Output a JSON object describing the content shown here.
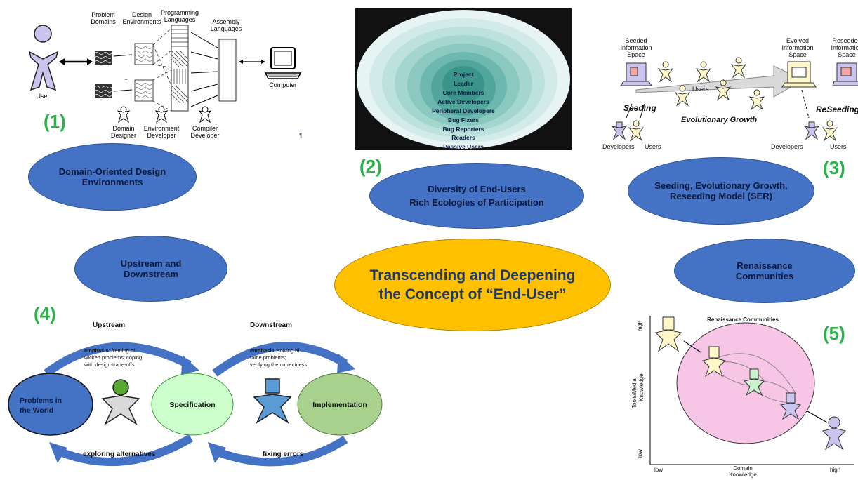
{
  "center": {
    "line1": "Transcending and Deepening",
    "line2": "the Concept of “End-User”"
  },
  "numbers": {
    "n1": "(1)",
    "n2": "(2)",
    "n3": "(3)",
    "n4": "(4)",
    "n5": "(5)"
  },
  "ovals": {
    "dode_1": "Domain-Oriented Design",
    "dode_2": "Environments",
    "diversity_1": "Diversity of End-Users",
    "diversity_2": "Rich Ecologies of Participation",
    "ser_1": "Seeding, Evolutionary Growth,",
    "ser_2": "Reseeding Model (SER)",
    "updown_1": "Upstream and",
    "updown_2": "Downstream",
    "ren_1": "Renaissance",
    "ren_2": "Communities"
  },
  "fig1": {
    "problem_domains_1": "Problem",
    "problem_domains_2": "Domains",
    "design_env_1": "Design",
    "design_env_2": "Environments",
    "prog_lang_1": "Programming",
    "prog_lang_2": "Languages",
    "asm_lang_1": "Assembly",
    "asm_lang_2": "Languages",
    "user": "User",
    "computer": "Computer",
    "domain_designer_1": "Domain",
    "domain_designer_2": "Designer",
    "env_dev_1": "Environment",
    "env_dev_2": "Developer",
    "compiler_dev_1": "Compiler",
    "compiler_dev_2": "Developer",
    "dash": "-",
    "pilcrow": "¶"
  },
  "fig2": {
    "layers": [
      "Project",
      "Leader",
      "Core Members",
      "Active Developers",
      "Peripheral Developers",
      "Bug Fixers",
      "Bug Reporters",
      "Readers",
      "Passive Users"
    ]
  },
  "fig3": {
    "seeded_1": "Seeded",
    "seeded_2": "Information",
    "seeded_3": "Space",
    "evolved_1": "Evolved",
    "evolved_2": "Information",
    "evolved_3": "Space",
    "reseeded_1": "Reseeded",
    "reseeded_2": "Information",
    "reseeded_3": "Space",
    "users_mid": "Users",
    "seeding": "Seeding",
    "evo_growth": "Evolutionary Growth",
    "reseeding": "ReSeeding",
    "developers_left": "Developers",
    "users_left": "Users",
    "developers_right": "Developers",
    "users_right": "Users"
  },
  "fig4": {
    "upstream": "Upstream",
    "downstream": "Downstream",
    "emph_label": "emphasis",
    "up_emph_1": ": framing of",
    "up_emph_2": "wicked problems; coping",
    "up_emph_3": "with design-trade-offs",
    "down_emph_1": ": solving of",
    "down_emph_2": "tame problems;",
    "down_emph_3": "verifying the correctness",
    "problems_1": "Problems in",
    "problems_2": "the World",
    "specification": "Specification",
    "implementation": "Implementation",
    "exploring": "exploring alternatives",
    "fixing": "fixing errors"
  },
  "fig5": {
    "title": "Renaissance Communities",
    "y_high": "high",
    "y_low": "low",
    "y_label_1": "Tools/Media",
    "y_label_2": "Knowledge",
    "x_low": "low",
    "x_high": "high",
    "x_label_1": "Domain",
    "x_label_2": "Knowledge"
  },
  "colors": {
    "center_fill": "#ffc000",
    "oval_blue": "#4472c4",
    "green_label": "#2bb34a",
    "spec_fill": "#ccffcc",
    "impl_fill": "#a9d18e",
    "ren_pink": "#f7c6e6"
  }
}
